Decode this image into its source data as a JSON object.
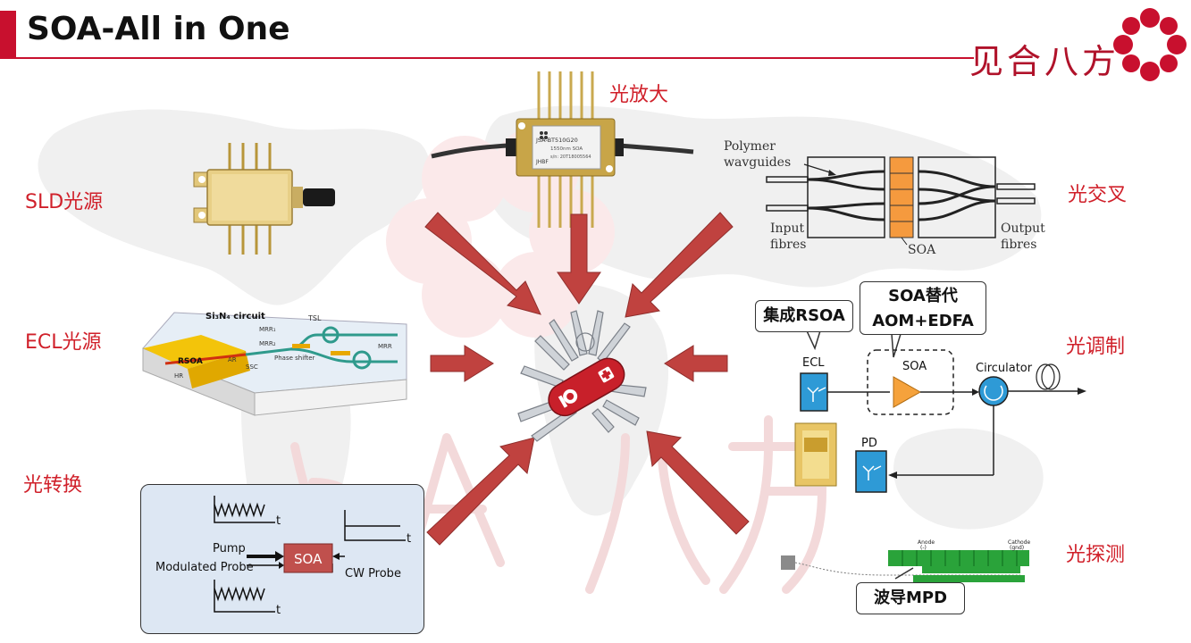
{
  "slide": {
    "title": "SOA-All in One",
    "brand": "见合八方",
    "accent_color": "#c8102e",
    "arrow_color": "#c0423f"
  },
  "labels": {
    "sld": "SLD光源",
    "ecl": "ECL光源",
    "conversion": "光转换",
    "amplify": "光放大",
    "crossconnect": "光交叉",
    "modulate": "光调制",
    "detect": "光探测"
  },
  "center": {
    "icon": "swiss-army-knife-icon"
  },
  "amp_chip": {
    "line1": "JSA-BT510G20",
    "line2": "1550nm SOA",
    "line3": "s/n: 20T18005564",
    "maker": "JHBF"
  },
  "ecl_chip": {
    "circuit": "Si₃N₄ circuit",
    "tsl": "TSL",
    "mrr1": "MRR₁",
    "mrr2": "MRR₂",
    "rsoa": "RSOA",
    "hr": "HR",
    "ar": "AR",
    "ssc": "SSC",
    "phase": "Phase shifter"
  },
  "crossconnect": {
    "polymer1": "Polymer",
    "polymer2": "wavguides",
    "input1": "Input",
    "input2": "fibres",
    "output1": "Output",
    "output2": "fibres",
    "soa": "SOA"
  },
  "modulation": {
    "callout_rsoa": "集成RSOA",
    "callout_soa1": "SOA替代",
    "callout_soa2": "AOM+EDFA",
    "ecl": "ECL",
    "soa": "SOA",
    "circulator": "Circulator",
    "pd": "PD"
  },
  "conversion_panel": {
    "t1": "t",
    "t2": "t",
    "t3": "t",
    "pump": "Pump",
    "modulated_probe": "Modulated Probe",
    "soa": "SOA",
    "cw_probe": "CW Probe"
  },
  "detector": {
    "anode1": "Anode",
    "anode2": "(-)",
    "cathode1": "Cathode",
    "cathode2": "(gnd)",
    "callout": "波导MPD"
  }
}
